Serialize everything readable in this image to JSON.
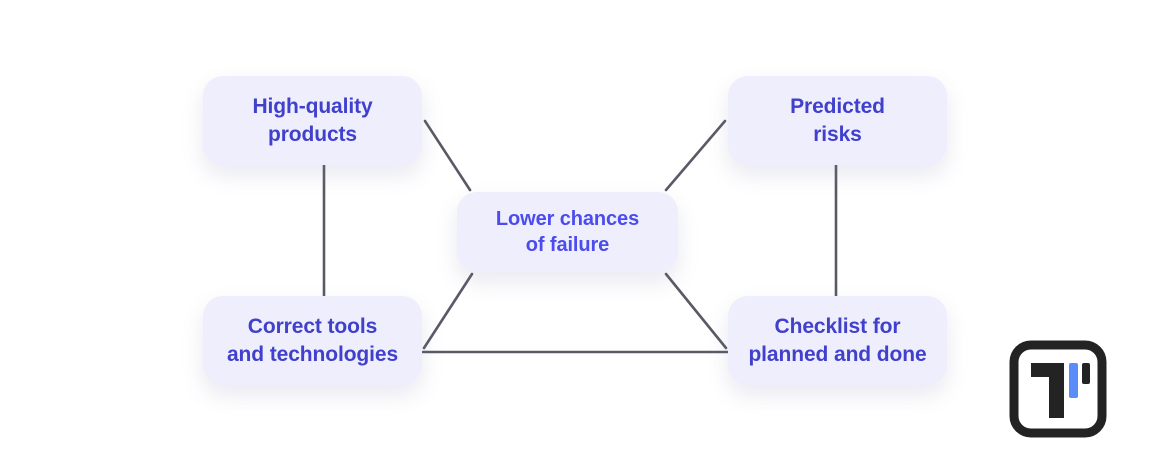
{
  "diagram": {
    "type": "mind-map",
    "nodes": [
      {
        "id": "high-quality-products",
        "label": "High-quality\nproducts",
        "role": "outcome"
      },
      {
        "id": "predicted-risks",
        "label": "Predicted\nrisks",
        "role": "outcome"
      },
      {
        "id": "lower-chances",
        "label": "Lower chances\nof failure",
        "role": "center"
      },
      {
        "id": "correct-tools",
        "label": "Correct tools\nand technologies",
        "role": "outcome"
      },
      {
        "id": "checklist",
        "label": "Checklist for\nplanned and done",
        "role": "outcome"
      }
    ],
    "edges": [
      {
        "from": "high-quality-products",
        "to": "lower-chances",
        "style": "diagonal"
      },
      {
        "from": "predicted-risks",
        "to": "lower-chances",
        "style": "diagonal"
      },
      {
        "from": "correct-tools",
        "to": "lower-chances",
        "style": "diagonal"
      },
      {
        "from": "checklist",
        "to": "lower-chances",
        "style": "diagonal"
      },
      {
        "from": "high-quality-products",
        "to": "correct-tools",
        "style": "vertical"
      },
      {
        "from": "predicted-risks",
        "to": "checklist",
        "style": "vertical"
      },
      {
        "from": "correct-tools",
        "to": "checklist",
        "style": "horizontal"
      }
    ],
    "colors": {
      "background": "#ffffff",
      "node_fill": "#eeeefc",
      "outcome_text": "#4040cc",
      "center_text": "#4b4bee",
      "connector": "#5a5a66"
    }
  },
  "logo": {
    "name": "brand-logo",
    "frame_color": "#232323",
    "mark_color": "#232323",
    "accent_color": "#5b8dfa"
  }
}
